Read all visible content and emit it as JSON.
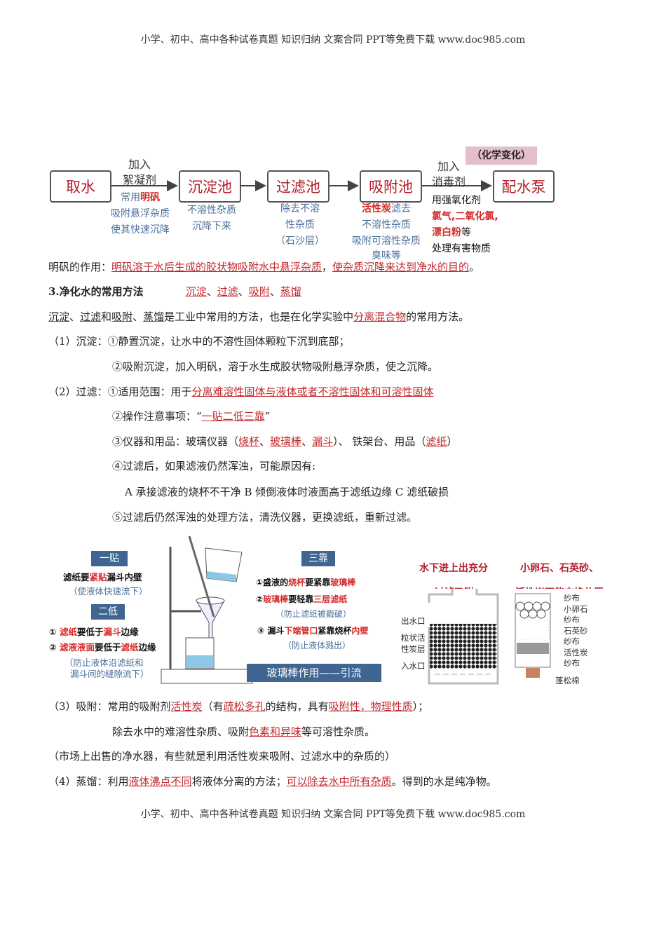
{
  "header": "小学、初中、高中各种试卷真题  知识归纳  文案合同  PPT等免费下载     www.doc985.com",
  "footer": "小学、初中、高中各种试卷真题  知识归纳  文案合同  PPT等免费下载     www.doc985.com",
  "flow": {
    "steps": [
      "取水",
      "沉淀池",
      "过滤池",
      "吸附池",
      "配水泵"
    ],
    "arrow1": [
      "加入",
      "絮凝剂"
    ],
    "arrow4": [
      "加入",
      "消毒剂"
    ],
    "chem_tag": "（化学变化）",
    "step1_note": {
      "a": "常用",
      "b": "明矾",
      "c": "吸附悬浮杂质",
      "d": "使其快速沉降"
    },
    "step2_note": [
      "不溶性杂质",
      "沉降下来"
    ],
    "step3_note": [
      "除去不溶",
      "性杂质",
      "（石沙层）"
    ],
    "step4_note": {
      "a": "活性炭",
      "b": "滤去",
      "c": "不溶性杂质",
      "d": "吸附可溶性杂质",
      "e": "臭味等"
    },
    "step5_note": {
      "a": "用强氧化剂",
      "b": "氯气,二氧化氯,",
      "c": "漂白粉",
      "d": "等",
      "e": "处理有害物质"
    }
  },
  "lines": {
    "l1": [
      {
        "t": "明矾的作用："
      },
      {
        "t": "明矾溶于水后生成的胶状物吸附水中悬浮杂质",
        "u": "r"
      },
      {
        "t": "，"
      },
      {
        "t": "使杂质沉降来达到净水的目的",
        "u": "r"
      },
      {
        "t": "。"
      }
    ],
    "l2": [
      {
        "t": "3.净化水的常用方法",
        "u": "b"
      },
      {
        "t": "　　　　"
      },
      {
        "t": "沉淀",
        "u": "r"
      },
      {
        "t": "、"
      },
      {
        "t": "过滤",
        "u": "r"
      },
      {
        "t": "、"
      },
      {
        "t": "吸附",
        "u": "r"
      },
      {
        "t": "、"
      },
      {
        "t": "蒸馏",
        "u": "r"
      }
    ],
    "l3": [
      {
        "t": "沉淀",
        "u": "g"
      },
      {
        "t": "、"
      },
      {
        "t": "过滤",
        "u": "g"
      },
      {
        "t": "和"
      },
      {
        "t": "吸附",
        "u": "g"
      },
      {
        "t": "、"
      },
      {
        "t": "蒸馏",
        "u": "g"
      },
      {
        "t": "是工业中常用的方法，也是在化学实验中"
      },
      {
        "t": "分离混合物",
        "u": "r"
      },
      {
        "t": "的常用方法。"
      }
    ],
    "l4": [
      {
        "t": "（1）沉淀：①静置沉淀，让水中的不溶性固体颗粒下沉到底部；"
      }
    ],
    "l5": [
      {
        "t": "②吸附沉淀，加入明矾，溶于水生成胶状物吸附悬浮杂质，使之沉降。"
      }
    ],
    "l6": [
      {
        "t": "（2）过滤：①适用范围：用于"
      },
      {
        "t": "分离难溶性固体与液体或者不溶性固体和可溶性固体",
        "u": "r"
      }
    ],
    "l7": [
      {
        "t": "②操作注意事项：“"
      },
      {
        "t": "一贴二低三靠",
        "u": "r"
      },
      {
        "t": "”"
      }
    ],
    "l8": [
      {
        "t": "③仪器和用品：玻璃仪器（"
      },
      {
        "t": "烧杯",
        "u": "r"
      },
      {
        "t": "、"
      },
      {
        "t": "玻璃棒",
        "u": "r"
      },
      {
        "t": "、"
      },
      {
        "t": "漏斗",
        "u": "r"
      },
      {
        "t": "）、  铁架台、用品（"
      },
      {
        "t": "滤纸",
        "u": "r"
      },
      {
        "t": "）"
      }
    ],
    "l9": [
      {
        "t": "④过滤后，如果滤液仍然浑浊，可能原因有:"
      }
    ],
    "l10": [
      {
        "t": "A 承接滤液的烧杯不干净    B 倾倒液体时液面高于滤纸边缘    C 滤纸破损"
      }
    ],
    "l11": [
      {
        "t": "⑤过滤后仍然浑浊的处理方法，清洗仪器，更换滤纸，重新过滤。"
      }
    ],
    "l12": [
      {
        "t": "（3）吸附：常用的吸附剂"
      },
      {
        "t": "活性炭",
        "u": "r"
      },
      {
        "t": "（有"
      },
      {
        "t": "疏松多孔",
        "u": "r"
      },
      {
        "t": "的结构，具有"
      },
      {
        "t": "吸附性，物理性质",
        "u": "r"
      },
      {
        "t": "）；"
      }
    ],
    "l13": [
      {
        "t": "除去水中的难溶性杂质、吸附"
      },
      {
        "t": "色素和异味",
        "u": "r"
      },
      {
        "t": "等可溶性杂质。"
      }
    ],
    "l14": [
      {
        "t": "（市场上出售的净水器，有些就是利用活性炭来吸附、过滤水中的杂质的）"
      }
    ],
    "l15": [
      {
        "t": "（4）蒸馏：利用"
      },
      {
        "t": "液体沸点不同",
        "u": "r"
      },
      {
        "t": "将液体分离的方法；"
      },
      {
        "t": "可以除去水中所有杂质",
        "u": "r"
      },
      {
        "t": "。得到的水是纯净物。"
      }
    ]
  },
  "filter_fig": {
    "tag1": "一贴",
    "t1": {
      "a": "滤纸要",
      "b": "紧贴",
      "c": "漏斗内壁"
    },
    "t1_note": "（使液体快速流下）",
    "tag2": "二低",
    "t2a": {
      "a": "① ",
      "b": "滤纸",
      "c": "要低于",
      "d": "漏斗",
      "e": "边缘"
    },
    "t2b": {
      "a": "② ",
      "b": "滤液液面",
      "c": "要低于",
      "d": "滤纸",
      "e": "边缘"
    },
    "t2_note": [
      "（防止液体沿滤纸和",
      "漏斗间的缝隙流下）"
    ],
    "tag3": "三靠",
    "t3a": {
      "a": "①盛液的",
      "b": "烧杯",
      "c": "要紧靠",
      "d": "玻璃棒"
    },
    "t3b": {
      "a": "②",
      "b": "玻璃棒",
      "c": "要轻靠",
      "d": "三层滤纸"
    },
    "t3b_note": "（防止滤纸被戳破）",
    "t3c": {
      "a": "③ 漏斗",
      "b": "下端管口",
      "c": "紧靠烧杯",
      "d": "内壁"
    },
    "t3c_note": "（防止液体溅出）",
    "rod_banner": "玻璃棒作用——引流"
  },
  "purifier_fig": {
    "title1": "水下进上出充分",
    "title1_cut": "过滤吸附",
    "title2": "小卵石、石英砂、",
    "title2_cut": "活性炭不能交换位置",
    "left_labels": [
      "出水口",
      "粒状活性炭层",
      "入水口"
    ],
    "right_labels": [
      "纱布",
      "小卵石",
      "纱布",
      "石英砂",
      "纱布",
      "活性炭",
      "纱布",
      "蓬松棉"
    ]
  },
  "colors": {
    "accent_red": "#c0282d",
    "tag_blue": "#3f6590",
    "note_blue": "#4a6f9a",
    "chem_tag_bg": "#e3bfcc"
  }
}
